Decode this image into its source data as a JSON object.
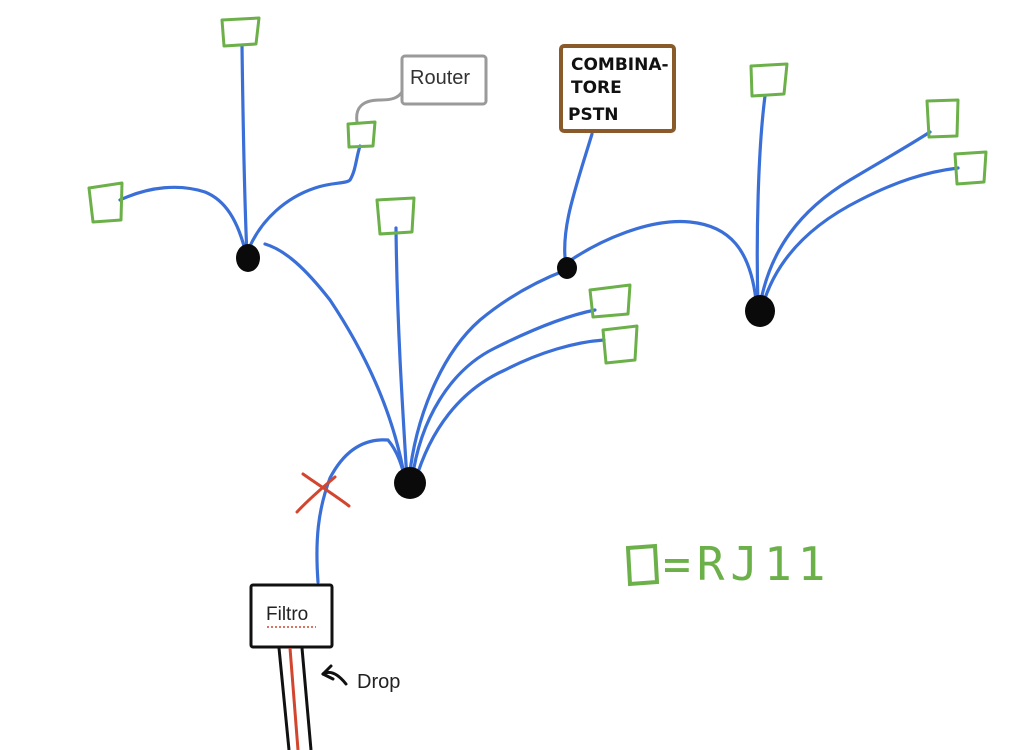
{
  "devices": {
    "router_label": "Router",
    "pstn_label_lines": [
      "COMBINA-",
      "TORE",
      "PSTN"
    ],
    "filter_label": "Filtro",
    "drop_label": "Drop"
  },
  "legend": {
    "text": "=RJ11"
  },
  "colors": {
    "wire": "#3a6fd8",
    "jack": "#6cb04a",
    "router": "#9a9a9a",
    "pstn": "#8a5a2b",
    "cut": "#d2452f"
  },
  "icons": [
    "rj11-jack-icon",
    "junction-hub-icon",
    "cut-x-icon",
    "arrow-icon"
  ]
}
